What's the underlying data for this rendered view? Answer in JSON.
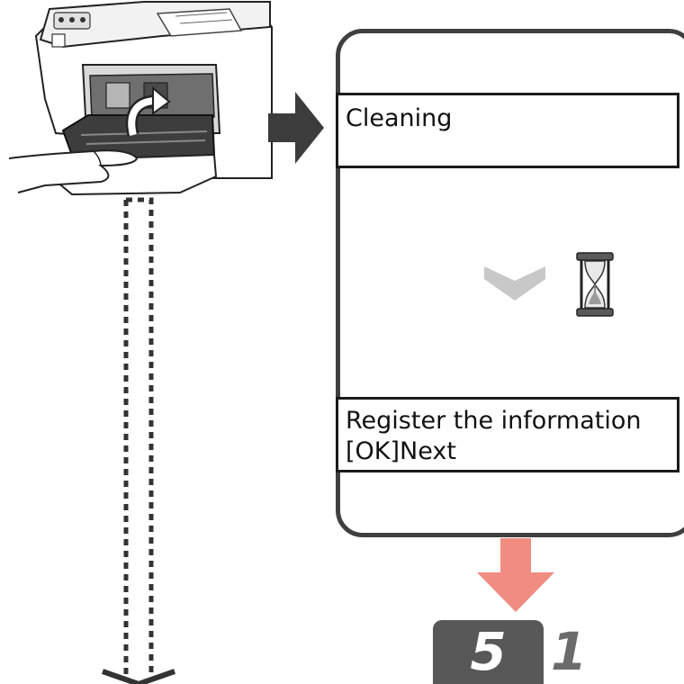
{
  "screen_cleaning": {
    "line1": "Cleaning"
  },
  "screen_register": {
    "line1": "Register the information",
    "line2": "[OK]Next"
  },
  "step": {
    "main": "5",
    "sub": "1"
  },
  "colors": {
    "panel_border": "#3f3f3f",
    "arrow_dark": "#3c3c3c",
    "arrow_salmon": "#f08c82",
    "chevron": "#c8c8c8",
    "badge_bg": "#585858",
    "sub_number": "#6b6b6b"
  },
  "icons": {
    "printer": "printer-illustration",
    "hourglass": "hourglass-icon",
    "chevron": "chevron-down-icon"
  }
}
